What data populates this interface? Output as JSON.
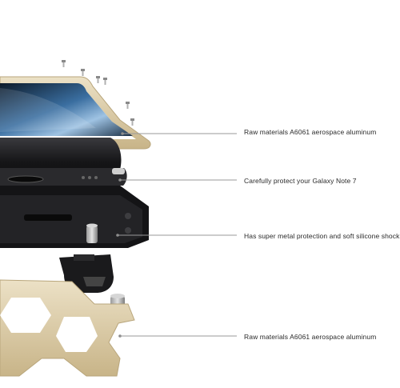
{
  "callouts": [
    {
      "text": "Raw materials A6061 aerospace aluminum"
    },
    {
      "text": "Carefully protect your Galaxy Note 7"
    },
    {
      "text": "Has super metal protection and soft silicone shock"
    },
    {
      "text": "Raw materials A6061 aerospace aluminum"
    }
  ],
  "colors": {
    "gold_frame": "#d9c9a3",
    "gold_shadow": "#b9a67c",
    "phone_black": "#1b1b1d",
    "screen_blue": "#3a6ea0",
    "leader_line": "#9a9a9a",
    "text": "#2a2a2a"
  }
}
